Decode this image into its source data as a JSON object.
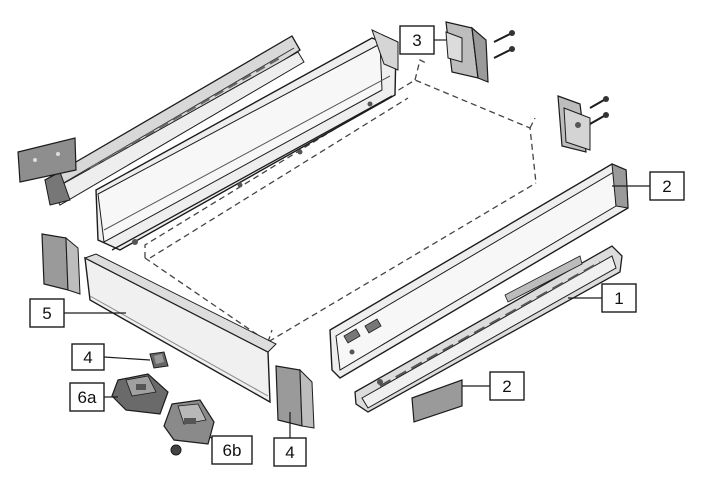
{
  "diagram": {
    "colors": {
      "metal": "#e9e9e9",
      "metal_light": "#f6f6f6",
      "metal_dark": "#bdbdbd",
      "grey_part": "#9a9a9a",
      "dark_part": "#5e5e5e",
      "outline": "#1c1c1c",
      "dashed": "#444444",
      "label_box": "#ffffff"
    },
    "callouts": [
      {
        "id": "c3",
        "label": "3"
      },
      {
        "id": "c2a",
        "label": "2"
      },
      {
        "id": "c1",
        "label": "1"
      },
      {
        "id": "c5",
        "label": "5"
      },
      {
        "id": "c4a",
        "label": "4"
      },
      {
        "id": "c6a",
        "label": "6a"
      },
      {
        "id": "c6b",
        "label": "6b"
      },
      {
        "id": "c4b",
        "label": "4"
      },
      {
        "id": "c2b",
        "label": "2"
      }
    ]
  }
}
